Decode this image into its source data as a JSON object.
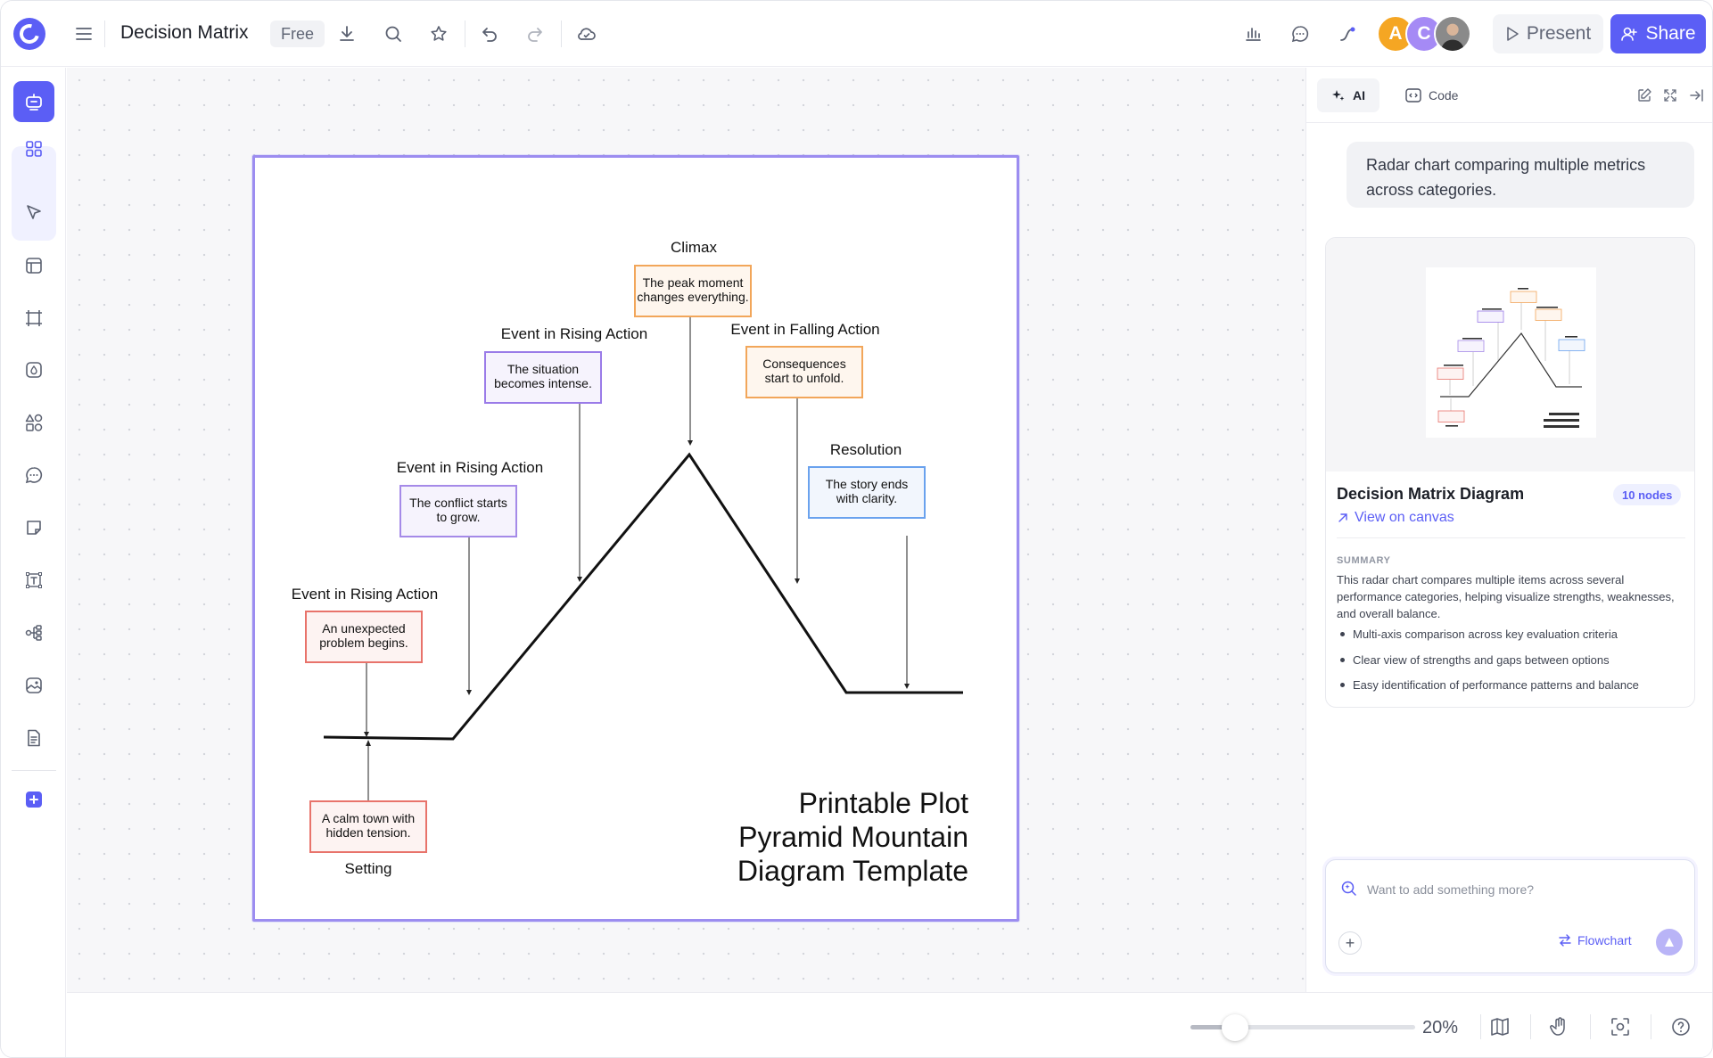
{
  "header": {
    "title": "Decision Matrix",
    "plan_badge": "Free",
    "present_label": "Present",
    "share_label": "Share",
    "avatars": [
      {
        "initial": "A",
        "color": "#f5a623"
      },
      {
        "initial": "C",
        "color": "#a58af5"
      },
      {
        "initial": "",
        "color": "#6b6b6b"
      }
    ]
  },
  "diagram": {
    "title_lines": [
      "Printable Plot",
      "Pyramid Mountain",
      "Diagram Template"
    ],
    "nodes": [
      {
        "label": "Setting",
        "text_lines": [
          "A calm town with",
          "hidden tension."
        ],
        "color": "#e8736b"
      },
      {
        "label": "Event in Rising Action",
        "text_lines": [
          "An unexpected",
          "problem begins."
        ],
        "color": "#e8736b"
      },
      {
        "label": "Event in Rising Action",
        "text_lines": [
          "The conflict starts",
          "to grow."
        ],
        "color": "#a58ae8"
      },
      {
        "label": "Event in Rising Action",
        "text_lines": [
          "The situation",
          "becomes intense."
        ],
        "color": "#9a7be8"
      },
      {
        "label": "Climax",
        "text_lines": [
          "The peak moment",
          "changes everything."
        ],
        "color": "#f2a65a"
      },
      {
        "label": "Event in Falling Action",
        "text_lines": [
          "Consequences",
          "start to unfold."
        ],
        "color": "#f2a65a"
      },
      {
        "label": "Resolution",
        "text_lines": [
          "The story ends",
          "with clarity."
        ],
        "color": "#6aa2ee"
      }
    ]
  },
  "panel": {
    "tabs": [
      {
        "label": "AI"
      },
      {
        "label": "Code"
      }
    ],
    "prompt": "Radar chart comparing multiple metrics across categories.",
    "card": {
      "title": "Decision Matrix Diagram",
      "badge": "10 nodes",
      "link": "View on canvas",
      "summary_label": "SUMMARY",
      "summary": "This radar chart compares multiple items across several performance categories, helping visualize strengths, weaknesses, and overall balance.",
      "bullets": [
        "Multi-axis comparison across key evaluation criteria",
        "Clear view of strengths and gaps between options",
        "Easy identification of performance patterns and balance"
      ]
    },
    "input": {
      "placeholder": "Want to add something more?",
      "mode_label": "Flowchart"
    }
  },
  "zoom": {
    "value": 0.2,
    "label": "20%"
  },
  "colors": {
    "accent": "#5b5ef5"
  }
}
